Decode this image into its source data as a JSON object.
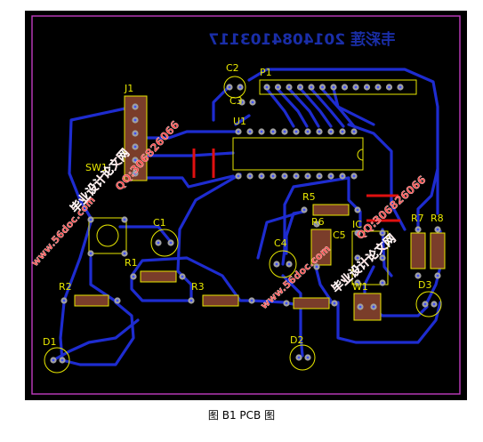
{
  "board": {
    "background": "#000000",
    "outline_color": "#c03cc0",
    "trace_color": "#1e2cd0",
    "pad_color": "#a0a0a0",
    "pad_hole_color": "#4050ff",
    "silk_color": "#e8e800",
    "component_fill": "#7a3d2a",
    "highlight_color": "#e01010",
    "mirrored_header_text": "韦彩莲 2014084103117",
    "header_text_color": "#1a2ea8"
  },
  "components": [
    {
      "ref": "C2"
    },
    {
      "ref": "P1"
    },
    {
      "ref": "C3"
    },
    {
      "ref": "U1"
    },
    {
      "ref": "J1"
    },
    {
      "ref": "SW1"
    },
    {
      "ref": "C1"
    },
    {
      "ref": "R1"
    },
    {
      "ref": "R2"
    },
    {
      "ref": "R3"
    },
    {
      "ref": "C4"
    },
    {
      "ref": "R5"
    },
    {
      "ref": "R6"
    },
    {
      "ref": "C5"
    },
    {
      "ref": "IC"
    },
    {
      "ref": "R7"
    },
    {
      "ref": "R8"
    },
    {
      "ref": "W1"
    },
    {
      "ref": "D3"
    },
    {
      "ref": "D1"
    },
    {
      "ref": "D2"
    }
  ],
  "watermarks": [
    {
      "text": "www.56doc.com"
    },
    {
      "text": "毕业设计论文网"
    },
    {
      "text": "QQ:306826066"
    },
    {
      "text": "www.56doc.com"
    },
    {
      "text": "毕业设计论文网"
    },
    {
      "text": "QQ:306826066"
    }
  ],
  "caption": "图 B1 PCB 图"
}
